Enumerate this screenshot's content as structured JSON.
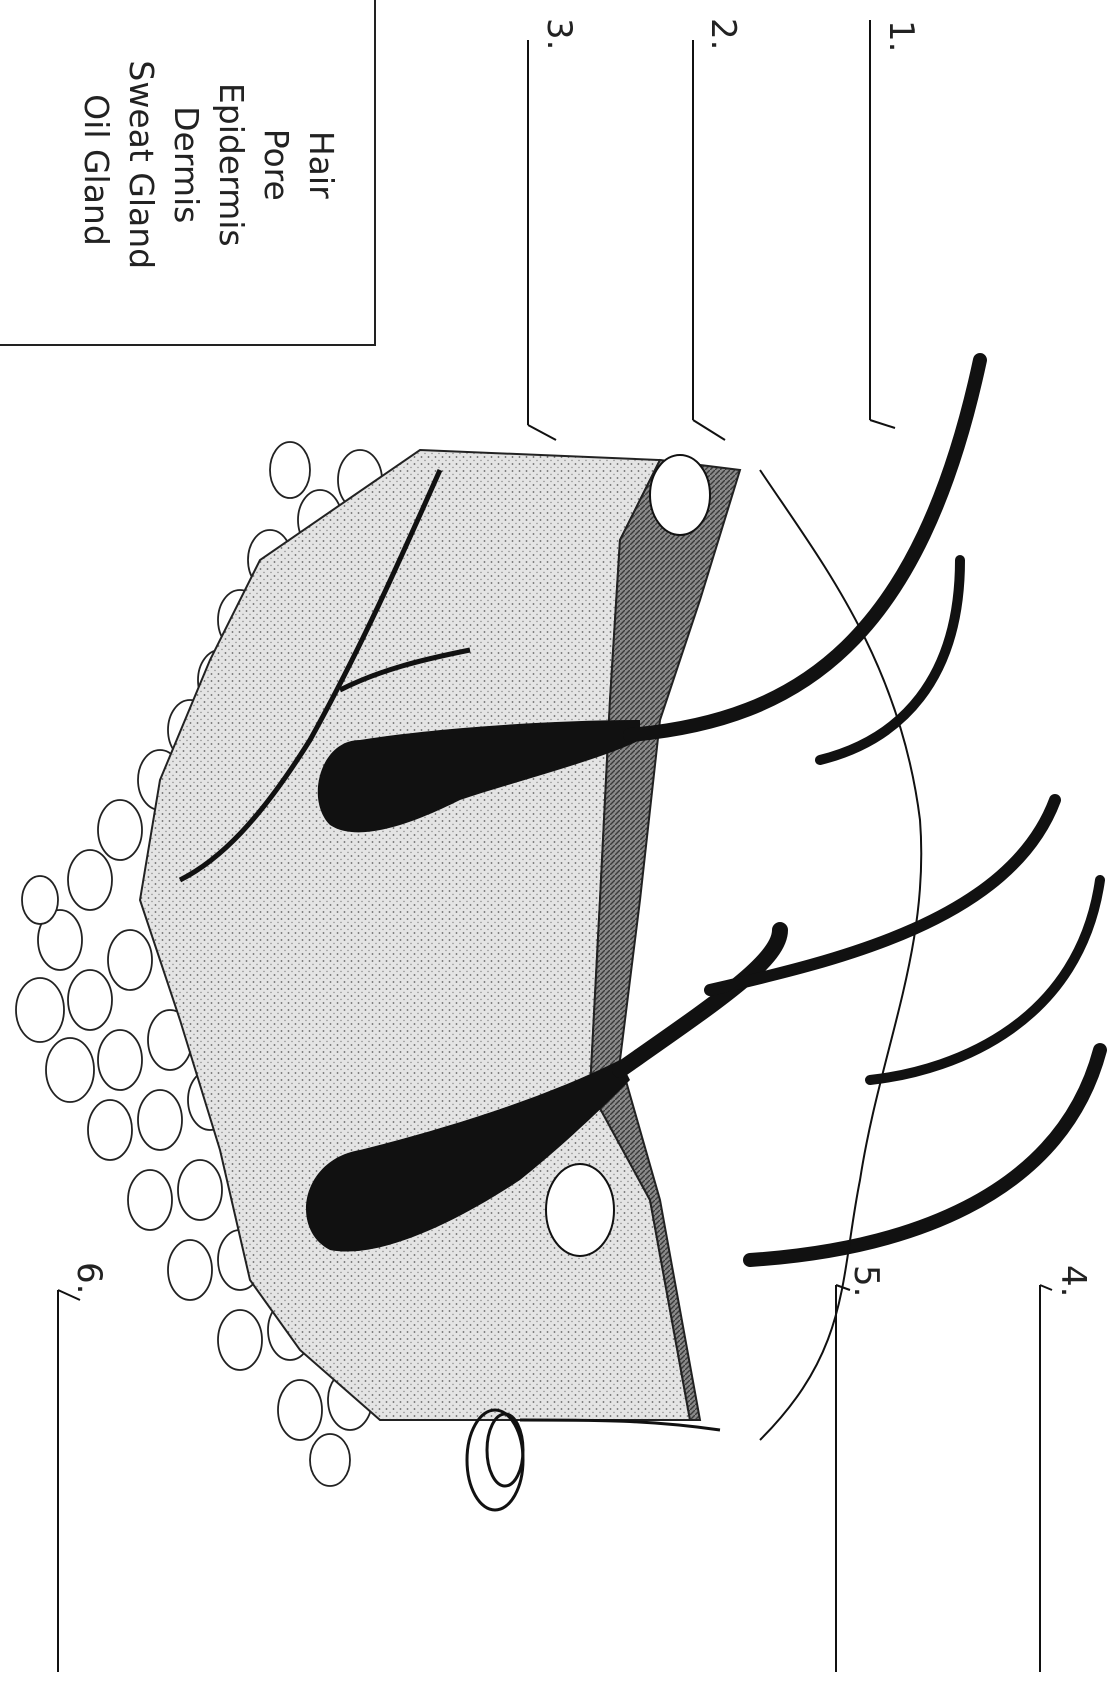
{
  "word_bank": {
    "words": [
      "Hair",
      "Pore",
      "Epidermis",
      "Dermis",
      "Sweat Gland",
      "Oil Gland"
    ]
  },
  "labels": [
    {
      "number": "1.",
      "answer": ""
    },
    {
      "number": "2.",
      "answer": ""
    },
    {
      "number": "3.",
      "answer": ""
    },
    {
      "number": "4.",
      "answer": ""
    },
    {
      "number": "5.",
      "answer": ""
    },
    {
      "number": "6.",
      "answer": ""
    }
  ],
  "colors": {
    "ink": "#111111",
    "epidermis": "#6e6e6e",
    "dermis": "#bdbdbd",
    "fat": "#ffffff"
  }
}
